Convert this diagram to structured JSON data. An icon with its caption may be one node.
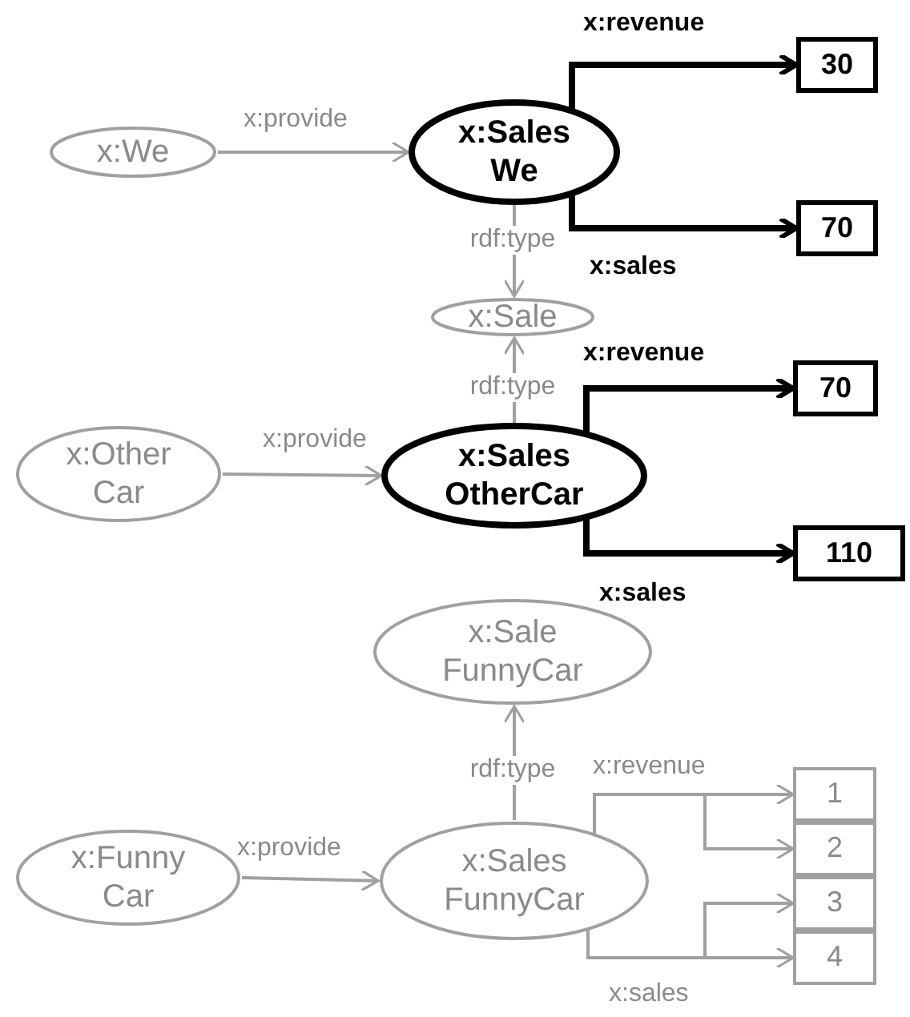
{
  "diagram": {
    "nodes": [
      {
        "text": [
          "x:We"
        ]
      },
      {
        "text": [
          "x:Sales We"
        ]
      },
      {
        "text": [
          "30"
        ]
      },
      {
        "text": [
          "70"
        ]
      },
      {
        "text": [
          "x:Sale"
        ]
      },
      {
        "text": [
          "x:Other Car"
        ]
      },
      {
        "text": [
          "x:Sales OtherCar"
        ]
      },
      {
        "text": [
          "70"
        ]
      },
      {
        "text": [
          "110"
        ]
      },
      {
        "text": [
          "x:Sale FunnyCar"
        ]
      },
      {
        "text": [
          "x:Funny Car"
        ]
      },
      {
        "text": [
          "x:Sales FunnyCar"
        ]
      },
      {
        "text": [
          "1"
        ]
      },
      {
        "text": [
          "2"
        ]
      },
      {
        "text": [
          "3"
        ]
      },
      {
        "text": [
          "4"
        ]
      }
    ],
    "edges": [
      {
        "from": 0,
        "to": 1,
        "arrow": "to",
        "label": "x:provide"
      },
      {
        "from": 1,
        "to": 2,
        "arrow": "to",
        "label": "x:revenue",
        "style": "thick",
        "color": "#000000"
      },
      {
        "from": 1,
        "to": 3,
        "arrow": "to",
        "label": "x:sales",
        "style": "thick",
        "color": "#000000"
      },
      {
        "from": 1,
        "to": 4,
        "arrow": "to",
        "label": "rdf:type"
      },
      {
        "from": 6,
        "to": 4,
        "arrow": "to",
        "label": "rdf:type"
      },
      {
        "from": 5,
        "to": 6,
        "arrow": "to",
        "label": "x:provide"
      },
      {
        "from": 6,
        "to": 7,
        "arrow": "to",
        "label": "x:revenue",
        "style": "thick",
        "color": "#000000"
      },
      {
        "from": 6,
        "to": 8,
        "arrow": "to",
        "label": "x:sales",
        "style": "thick",
        "color": "#000000"
      },
      {
        "from": 11,
        "to": 9,
        "arrow": "to",
        "label": "rdf:type"
      },
      {
        "from": 10,
        "to": 11,
        "arrow": "to",
        "label": "x:provide"
      },
      {
        "from": 11,
        "to": 12,
        "arrow": "to",
        "label": "x:revenue"
      },
      {
        "from": 11,
        "to": 13,
        "arrow": "to"
      },
      {
        "from": 11,
        "to": 14,
        "arrow": "to"
      },
      {
        "from": 11,
        "to": 15,
        "arrow": "to",
        "label": "x:sales"
      }
    ]
  }
}
